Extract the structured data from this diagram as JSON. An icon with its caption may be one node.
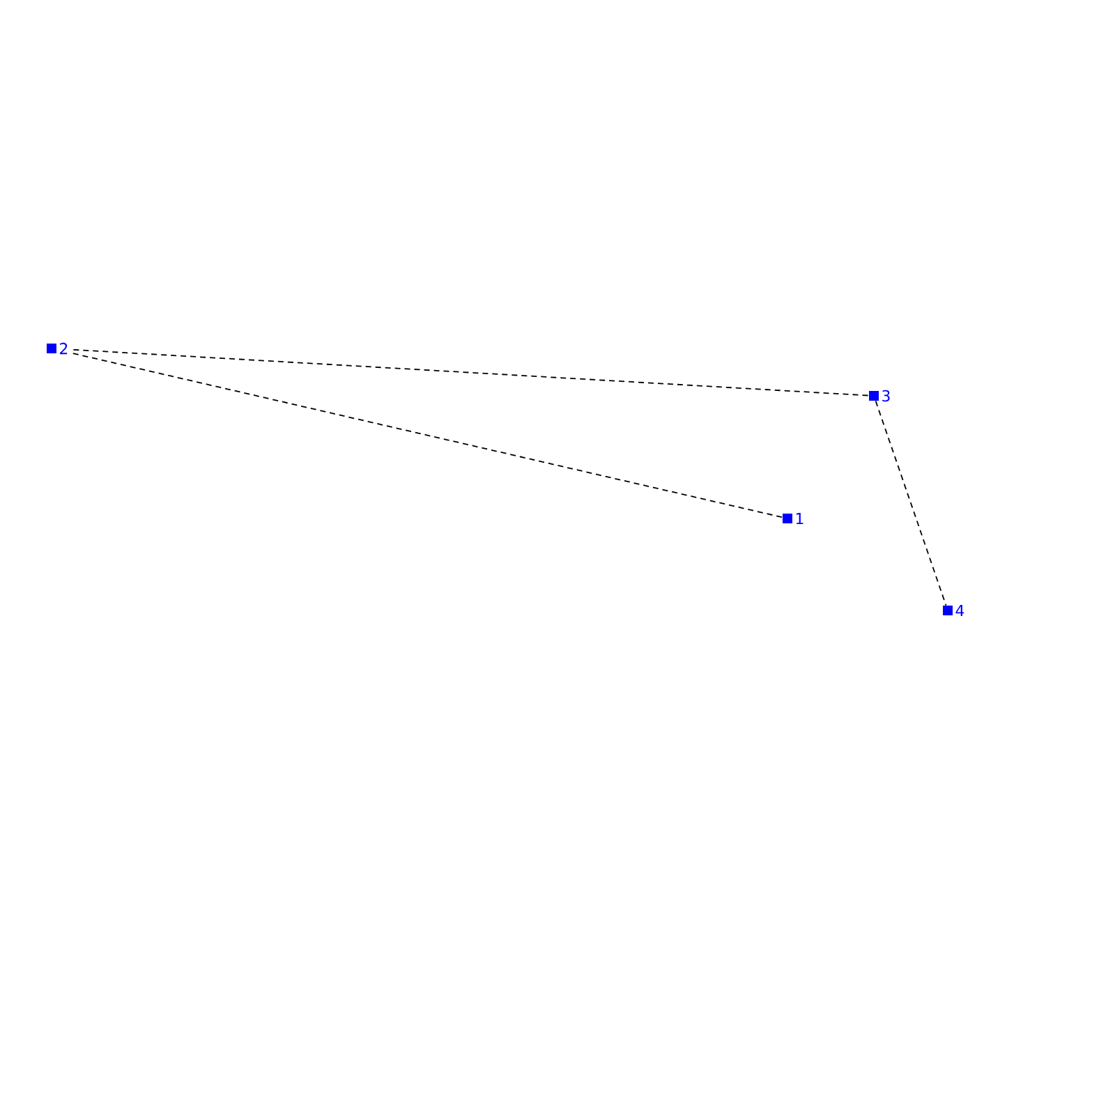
{
  "diagram": {
    "nodes": [
      {
        "text": [],
        "shape": "box",
        "beside": [
          "1"
        ]
      },
      {
        "text": [],
        "shape": "box",
        "beside": [
          "2"
        ]
      },
      {
        "text": [],
        "shape": "box",
        "beside": [
          "3"
        ]
      },
      {
        "text": [],
        "shape": "box",
        "beside": [
          "4"
        ]
      }
    ],
    "edges": [
      {
        "from": 1,
        "to": 0,
        "arrow": "none",
        "style": "dashed"
      },
      {
        "from": 1,
        "to": 2,
        "arrow": "none",
        "style": "dashed"
      },
      {
        "from": 2,
        "to": 3,
        "arrow": "none",
        "style": "dashed"
      }
    ]
  }
}
